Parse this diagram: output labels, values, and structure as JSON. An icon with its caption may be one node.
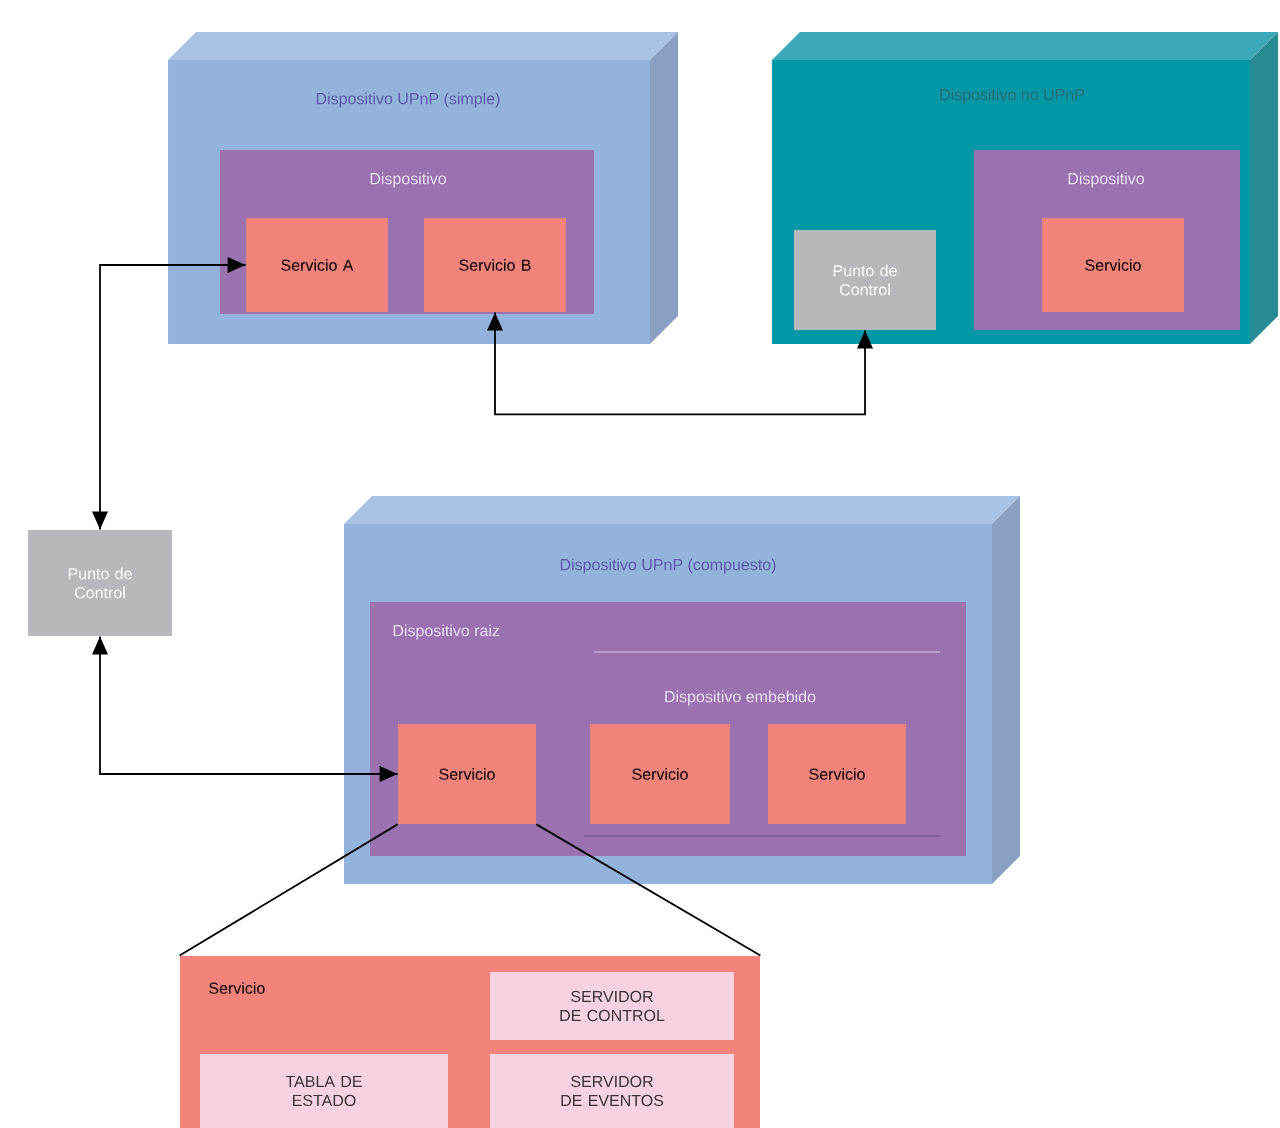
{
  "diagram": {
    "nodes": [
      {
        "text": [
          "Dispositivo UPnP (simple)"
        ]
      },
      {
        "text": [
          "Dispositivo"
        ],
        "in": 0
      },
      {
        "text": [
          "Servicio A"
        ],
        "in": 1
      },
      {
        "text": [
          "Servicio B"
        ],
        "in": 1
      },
      {
        "text": [
          "Dispositivo no UPnP"
        ]
      },
      {
        "text": [
          "Punto de Control"
        ],
        "in": 4
      },
      {
        "text": [
          "Dispositivo"
        ],
        "in": 4
      },
      {
        "text": [
          "Servicio"
        ],
        "in": 6
      },
      {
        "text": [
          "Punto de Control"
        ]
      },
      {
        "text": [
          "Dispositivo UPnP (compuesto)"
        ]
      },
      {
        "text": [
          "Dispositivo raiz"
        ],
        "in": 9
      },
      {
        "text": [
          "Dispositivo embebido"
        ],
        "in": 10
      },
      {
        "text": [
          "Servicio"
        ],
        "in": 10
      },
      {
        "text": [
          "Servicio"
        ],
        "in": 11
      },
      {
        "text": [
          "Servicio"
        ],
        "in": 11
      },
      {
        "text": [
          "Servicio"
        ]
      },
      {
        "text": [
          "SERVIDOR DE CONTROL"
        ],
        "in": 15
      },
      {
        "text": [
          "TABLA DE ESTADO"
        ],
        "in": 15
      },
      {
        "text": [
          "SERVIDOR DE EVENTOS"
        ],
        "in": 15
      }
    ],
    "edges": [
      {
        "from": 8,
        "to": 2,
        "arrow": "both"
      },
      {
        "from": 3,
        "to": 5,
        "arrow": "both"
      },
      {
        "from": 8,
        "to": 12,
        "arrow": "both"
      },
      {
        "from": 12,
        "to": 15,
        "arrow": "none"
      },
      {
        "from": 12,
        "to": 15,
        "arrow": "none"
      }
    ]
  }
}
